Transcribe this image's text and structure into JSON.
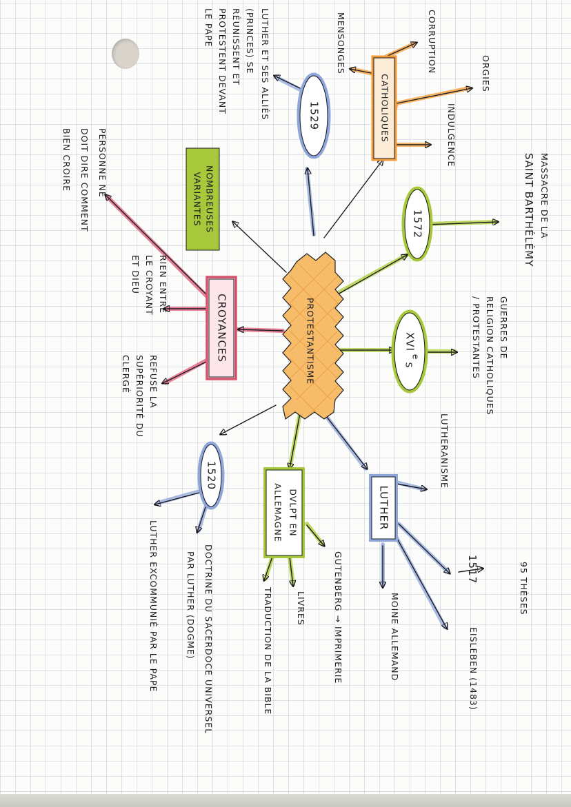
{
  "center": {
    "label": "PROTESTANTISME",
    "color": "#f3a548"
  },
  "colors": {
    "orange": "#f09a3a",
    "green": "#a7c83a",
    "blue": "#8ea6d8",
    "pink": "#d8536c",
    "ink": "#1b1b22"
  },
  "nodes": {
    "catholiques": {
      "label": "CATHOLIQUES",
      "color": "#f09a3a"
    },
    "date_1529": {
      "label": "1529"
    },
    "date_1572": {
      "label": "1572"
    },
    "siecle": {
      "label": "XVI",
      "sup": "e",
      "suffix": "S"
    },
    "nombreuses_variantes": {
      "line1": "NOMBREUSES",
      "line2": "VARIANTES"
    },
    "croyances": {
      "label": "CROYANCES"
    },
    "date_1520": {
      "label": "1520"
    },
    "developpement": {
      "line1": "DVLPT EN",
      "line2": "ALLEMAGNE"
    },
    "luther": {
      "label": "LUTHER"
    }
  },
  "texts": {
    "orgies": "ORGIES",
    "indulgence": "INDULGENCE",
    "corruption": "CORRUPTION",
    "mensonges": "MENSONGES",
    "massacre_l1": "MASSACRE DE LA",
    "massacre_l2": "SAINT BARTHÉLÉMY",
    "guerres_l1": "GUERRES DE",
    "guerres_l2": "RELIGION CATHOLIQUES",
    "guerres_l3": "/ PROTESTANTES",
    "luther_allies_l1": "LUTHER ET SES ALLIÉS",
    "luther_allies_l2": "(PRINCES) SE",
    "luther_allies_l3": "RÉUNISSENT ET",
    "luther_allies_l4": "PROTESTENT DEVANT",
    "luther_allies_l5": "LE PAPE",
    "personne_l1": "PERSONNE NE",
    "personne_l2": "DOIT DIRE COMMENT",
    "personne_l3": "BIEN CROIRE",
    "rien_l1": "RIEN ENTRE",
    "rien_l2": "LE CROYANT",
    "rien_l3": "ET DIEU",
    "refuse_l1": "REFUSE LA",
    "refuse_l2": "SUPÉRIORITÉ DU",
    "refuse_l3": "CLERGÉ",
    "lutheranisme": "LUTHERANISME",
    "theses": "95 THÈSES",
    "date_1517": "1517",
    "eisleben": "EISLEBEN (1483)",
    "moine": "MOINE ALLEMAND",
    "gutenberg": "GUTENBERG → IMPRIMERIE",
    "livres": "LIVRES",
    "traduction": "TRADUCTION DE LA BIBLE",
    "doctrine_l1": "DOCTRINE DU SACERDOCE UNIVERSEL",
    "doctrine_l2": "PAR LUTHER (DOGME)",
    "excommunie": "LUTHER EXCOMMUNIÉ PAR LE PAPE"
  }
}
